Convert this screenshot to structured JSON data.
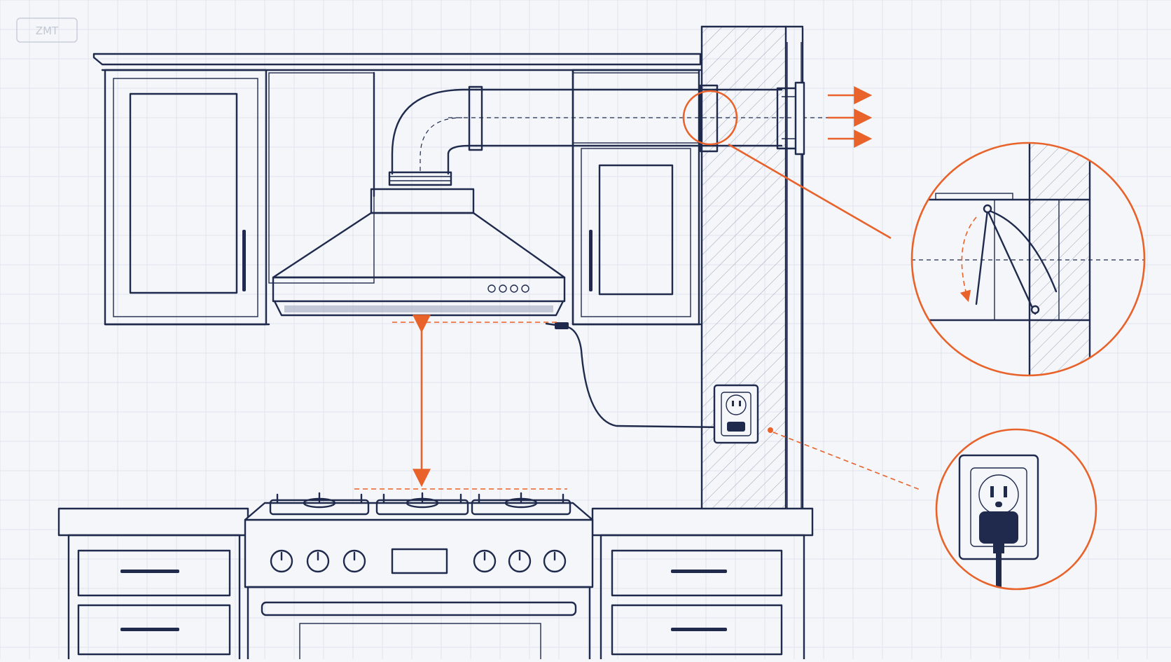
{
  "watermark": {
    "text": "ZMT"
  },
  "colors": {
    "ink": "#1f2a4d",
    "accent": "#e8622a",
    "background": "#f4f6fa",
    "grid": "#dfe4ee"
  },
  "icons": [
    "airflow-arrow-icon",
    "outlet-icon",
    "plug-icon",
    "damper-flap-icon"
  ],
  "callouts": [
    "backdraft-damper-detail",
    "outlet-plug-detail",
    "hood-to-cooktop-clearance"
  ]
}
